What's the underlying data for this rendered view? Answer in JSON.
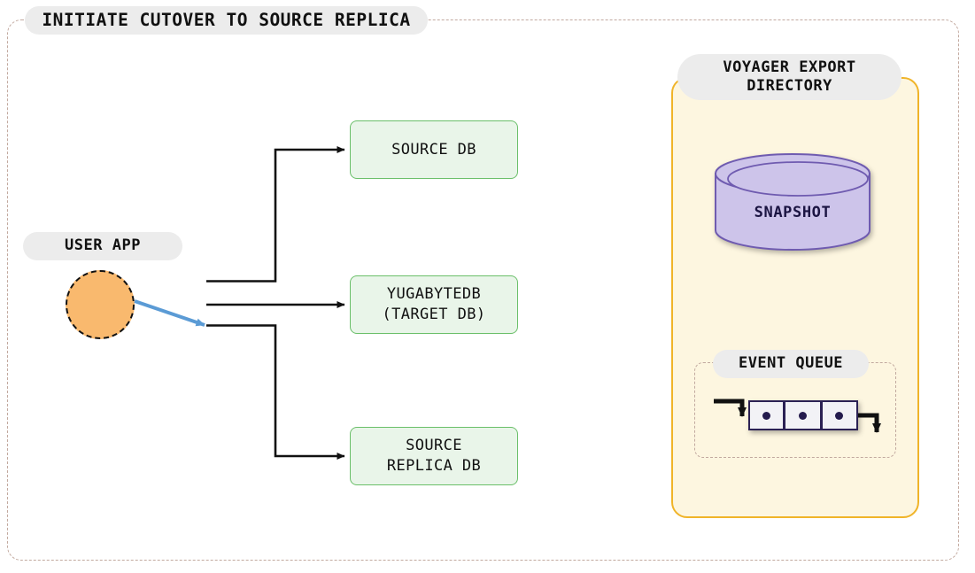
{
  "diagram": {
    "title": "INITIATE CUTOVER TO SOURCE REPLICA",
    "nodes": {
      "user_app": {
        "label": "USER APP",
        "shape": "circle",
        "fill": "#f9b96e",
        "border": "dashed-black"
      },
      "source_db": {
        "label": "SOURCE DB",
        "line1": "SOURCE DB",
        "shape": "rounded-rect",
        "fill": "#e9f5e9",
        "border": "#6abf69"
      },
      "yugabyte_db": {
        "line1": "YUGABYTEDB",
        "line2": "(TARGET DB)",
        "shape": "rounded-rect",
        "fill": "#e9f5e9",
        "border": "#6abf69"
      },
      "source_replica_db": {
        "line1": "SOURCE",
        "line2": "REPLICA DB",
        "shape": "rounded-rect",
        "fill": "#e9f5e9",
        "border": "#6abf69"
      },
      "voyager_export_directory": {
        "line1": "VOYAGER EXPORT",
        "line2": "DIRECTORY",
        "fill": "#fdf6e0",
        "border": "#f0b429"
      },
      "snapshot": {
        "label": "SNAPSHOT",
        "shape": "cylinder",
        "fill": "#cdc4ea",
        "border": "#6f5bb0",
        "text_color": "#1b1442"
      },
      "event_queue": {
        "label": "EVENT QUEUE",
        "cell_count": 3,
        "cell_fill": "#f2f2f6",
        "cell_border": "#2b2154",
        "dot_color": "#241b4d"
      }
    },
    "edges": [
      {
        "from": "user_app",
        "to": "source_db",
        "color": "#111111",
        "style": "orthogonal"
      },
      {
        "from": "user_app",
        "to": "yugabyte_db",
        "color": "#111111",
        "style": "straight"
      },
      {
        "from": "user_app",
        "to": "source_replica_db",
        "color": "#111111",
        "style": "orthogonal"
      },
      {
        "from": "user_app",
        "to": "cutover-branch",
        "color": "#5b9bd5",
        "style": "diagonal-highlight"
      }
    ],
    "colors": {
      "frame_border": "#c2a99f",
      "pill_background": "#ececec",
      "accent_blue": "#5b9bd5",
      "accent_orange": "#f0b429",
      "db_green": "#6abf69",
      "snapshot_purple": "#6f5bb0"
    }
  }
}
